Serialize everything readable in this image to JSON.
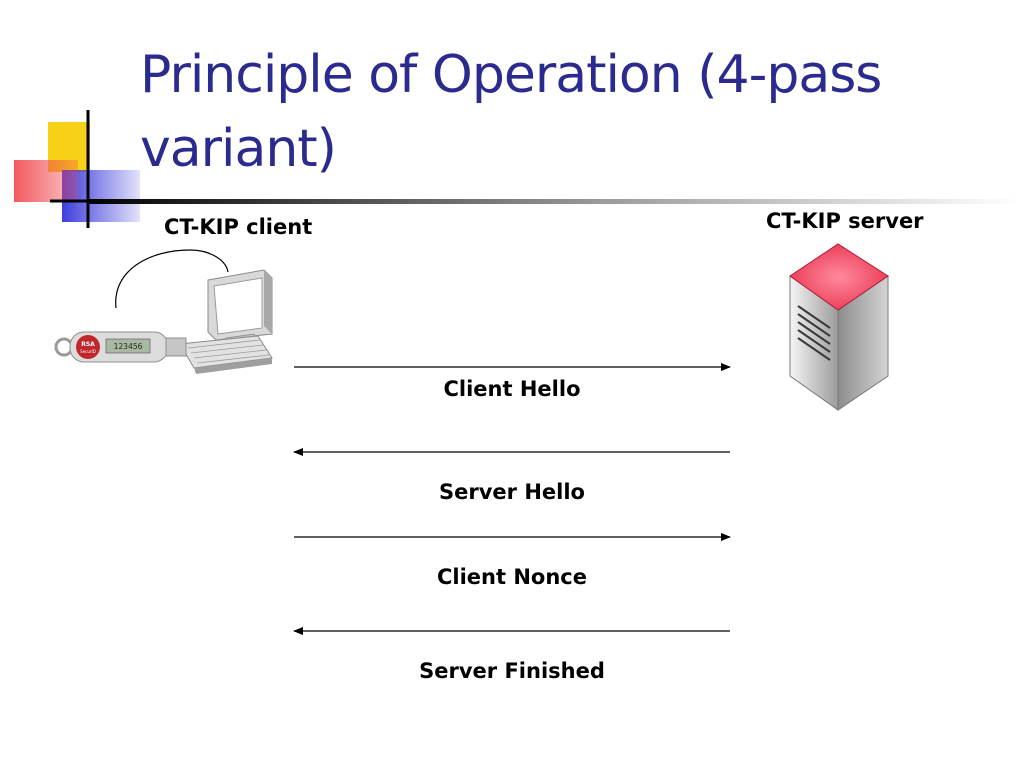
{
  "slide": {
    "title": "Principle of Operation (4-pass variant)"
  },
  "diagram": {
    "client_label": "CT-KIP client",
    "server_label": "CT-KIP server",
    "token_text": {
      "brand": "RSA",
      "sub": "SecurID",
      "display": "123456"
    },
    "messages": [
      {
        "label": "Client Hello",
        "direction": "client-to-server"
      },
      {
        "label": "Server Hello",
        "direction": "server-to-client"
      },
      {
        "label": "Client Nonce",
        "direction": "client-to-server"
      },
      {
        "label": "Server Finished",
        "direction": "server-to-client"
      }
    ]
  },
  "colors": {
    "title": "#2b2b8f",
    "deco_yellow": "#f7d117",
    "deco_red": "#f0484f",
    "deco_blue": "#3e3edc",
    "server_top": "#f04c68"
  }
}
